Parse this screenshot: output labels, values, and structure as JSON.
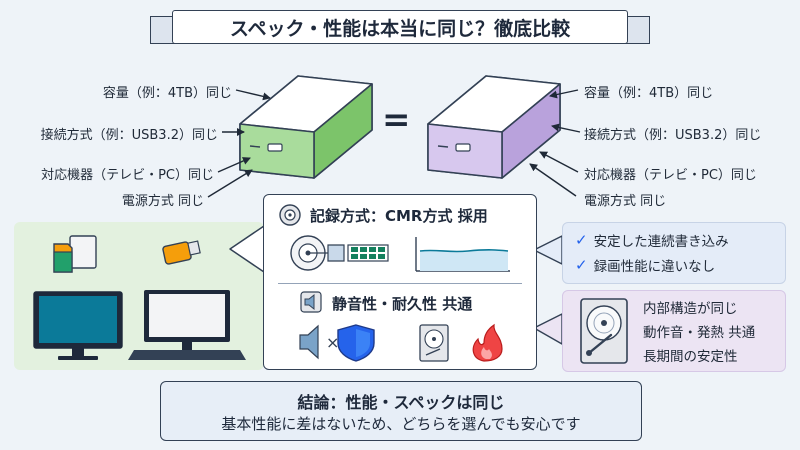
{
  "title": "スペック・性能は本当に同じ？徹底比較",
  "equals_sign": "=",
  "specs_left": [
    "容量（例：4TB）同じ",
    "接続方式（例：USB3.2）同じ",
    "対応機器（テレビ・PC）同じ",
    "電源方式 同じ"
  ],
  "specs_right": [
    "容量（例：4TB）同じ",
    "接続方式（例：USB3.2）同じ",
    "対応機器（テレビ・PC）同じ",
    "電源方式 同じ"
  ],
  "center": {
    "recording_title": "記録方式：CMR方式 採用",
    "quiet_title": "静音性・耐久性 共通",
    "times_sign": "×"
  },
  "checks": [
    "安定した連続書き込み",
    "録画性能に違いなし"
  ],
  "internal": [
    "内部構造が同じ",
    "動作音・発熱 共通",
    "長期間の安定性"
  ],
  "conclusion": {
    "line1": "結論：性能・スペックは同じ",
    "line2": "基本性能に差はないため、どちらを選んでも安心です"
  },
  "colors": {
    "green_drive_accent": "#7cc46a",
    "purple_drive_accent": "#b9a2dc",
    "check_blue": "#2563eb",
    "devices_panel": "#e3f1df",
    "check_panel": "#e4ecf8",
    "internal_panel": "#ece4f3",
    "conclusion_panel": "#e7eef7"
  }
}
